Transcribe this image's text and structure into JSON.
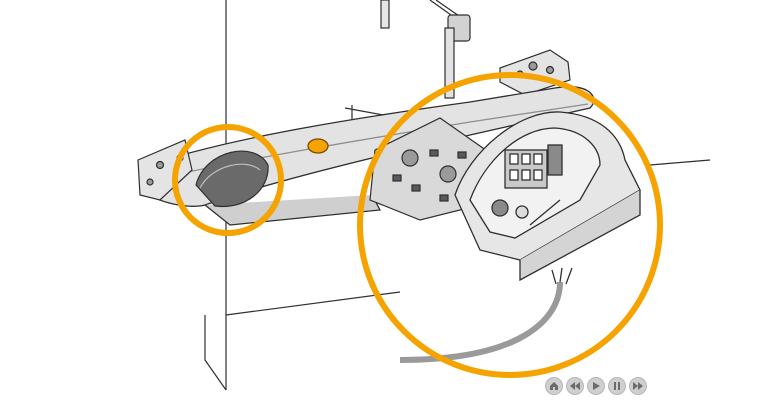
{
  "scene": {
    "subject": "awning-motor-bracket-wiring-illustration",
    "accent_color": "#f5a300",
    "line_color": "#2f2f2f",
    "metal_color": "#d9d9d9",
    "shadow_color": "#9a9a9a"
  },
  "player": {
    "buttons": [
      {
        "id": "home",
        "icon": "home-icon"
      },
      {
        "id": "rewind",
        "icon": "rewind-icon"
      },
      {
        "id": "play",
        "icon": "play-icon"
      },
      {
        "id": "pause",
        "icon": "pause-icon"
      },
      {
        "id": "fast-forward",
        "icon": "fast-forward-icon"
      }
    ]
  }
}
